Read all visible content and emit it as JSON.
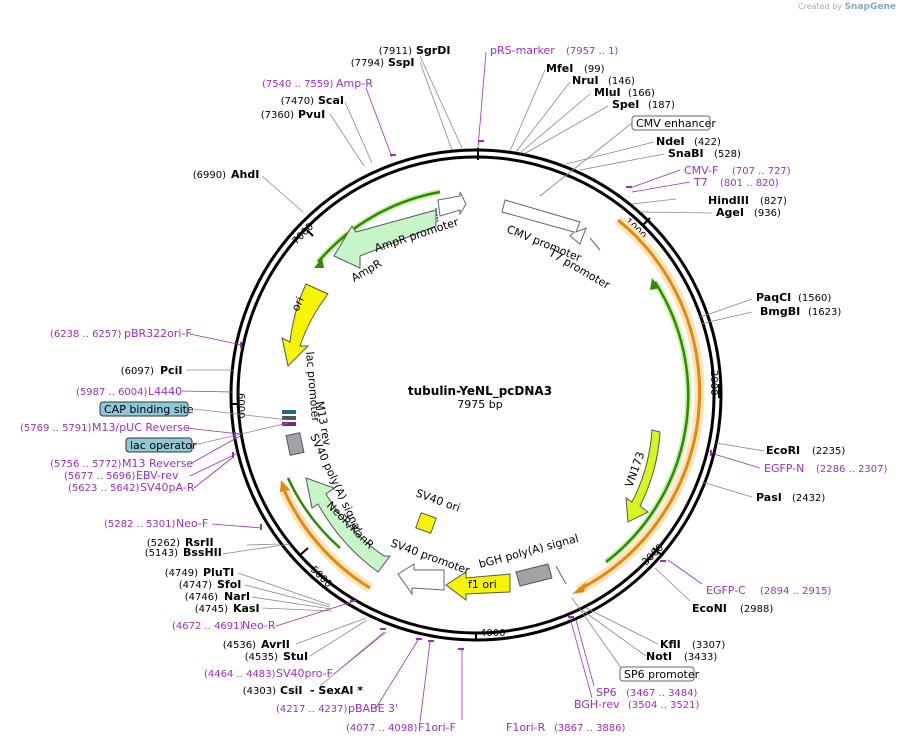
{
  "credit": {
    "created_by": "Created by",
    "brand": "SnapGene"
  },
  "center": {
    "name": "tubulin-YeNL_pcDNA3",
    "length": "7975 bp"
  },
  "ticks": [
    "1000",
    "2000",
    "3000",
    "4000",
    "5000",
    "6000",
    "7000"
  ],
  "features": {
    "cmv_promoter": "CMV promoter",
    "t7_promoter": "T7 promoter",
    "vn173": "VN173",
    "bgh_polya": "bGH poly(A) signal",
    "f1_ori": "f1 ori",
    "sv40_promoter": "SV40 promoter",
    "sv40_ori": "SV40 ori",
    "neor": "NeoR/KanR",
    "sv40_polya": "SV40 poly(A) signal",
    "m13_rev": "M13 rev",
    "lac_promoter": "lac promoter",
    "ori": "ori",
    "ampr": "AmpR",
    "ampr_promoter": "AmpR promoter"
  },
  "sites": [
    {
      "name": "SgrDI",
      "pos": "(7911)"
    },
    {
      "name": "SspI",
      "pos": "(7794)"
    },
    {
      "name": "ScaI",
      "pos": "(7470)"
    },
    {
      "name": "PvuI",
      "pos": "(7360)"
    },
    {
      "name": "AhdI",
      "pos": "(6990)"
    },
    {
      "name": "PciI",
      "pos": "(6097)"
    },
    {
      "name": "RsrII",
      "pos": "(5262)"
    },
    {
      "name": "BssHII",
      "pos": "(5143)"
    },
    {
      "name": "PluTI",
      "pos": "(4749)"
    },
    {
      "name": "SfoI",
      "pos": "(4747)"
    },
    {
      "name": "NarI",
      "pos": "(4746)"
    },
    {
      "name": "KasI",
      "pos": "(4745)"
    },
    {
      "name": "AvrII",
      "pos": "(4536)"
    },
    {
      "name": "StuI",
      "pos": "(4535)"
    },
    {
      "name": "CsiI",
      "pos": "(4303)"
    },
    {
      "name": "MfeI",
      "pos": "(99)"
    },
    {
      "name": "NruI",
      "pos": "(146)"
    },
    {
      "name": "MluI",
      "pos": "(166)"
    },
    {
      "name": "SpeI",
      "pos": "(187)"
    },
    {
      "name": "NdeI",
      "pos": "(422)"
    },
    {
      "name": "SnaBI",
      "pos": "(528)"
    },
    {
      "name": "HindIII",
      "pos": "(827)"
    },
    {
      "name": "AgeI",
      "pos": "(936)"
    },
    {
      "name": "PaqCI",
      "pos": "(1560)"
    },
    {
      "name": "BmgBI",
      "pos": "(1623)"
    },
    {
      "name": "EcoRI",
      "pos": "(2235)"
    },
    {
      "name": "PasI",
      "pos": "(2432)"
    },
    {
      "name": "EcoNI",
      "pos": "(2988)"
    },
    {
      "name": "KflI",
      "pos": "(3307)"
    },
    {
      "name": "NotI",
      "pos": "(3433)"
    }
  ],
  "sexai": "- SexAI *",
  "primers": [
    {
      "name": "pRS-marker",
      "pos": "(7957 .. 1)"
    },
    {
      "name": "Amp-R",
      "pos": "(7540 .. 7559)"
    },
    {
      "name": "pBR322ori-F",
      "pos": "(6238 .. 6257)"
    },
    {
      "name": "L4440",
      "pos": "(5987 .. 6004)"
    },
    {
      "name": "M13/pUC Reverse",
      "pos": "(5769 .. 5791)"
    },
    {
      "name": "M13 Reverse",
      "pos": "(5756 .. 5772)"
    },
    {
      "name": "EBV-rev",
      "pos": "(5677 .. 5696)"
    },
    {
      "name": "SV40pA-R",
      "pos": "(5623 .. 5642)"
    },
    {
      "name": "Neo-F",
      "pos": "(5282 .. 5301)"
    },
    {
      "name": "Neo-R",
      "pos": "(4672 .. 4691)"
    },
    {
      "name": "SV40pro-F",
      "pos": "(4464 .. 4483)"
    },
    {
      "name": "pBABE 3'",
      "pos": "(4217 .. 4237)"
    },
    {
      "name": "F1ori-F",
      "pos": "(4077 .. 4098)"
    },
    {
      "name": "F1ori-R",
      "pos": "(3867 .. 3886)"
    },
    {
      "name": "CMV-F",
      "pos": "(707 .. 727)"
    },
    {
      "name": "T7",
      "pos": "(801 .. 820)"
    },
    {
      "name": "EGFP-N",
      "pos": "(2286 .. 2307)"
    },
    {
      "name": "EGFP-C",
      "pos": "(2894 .. 2915)"
    },
    {
      "name": "SP6",
      "pos": "(3467 .. 3484)"
    },
    {
      "name": "BGH-rev",
      "pos": "(3504 .. 3521)"
    }
  ],
  "boxed": {
    "cmv_enhancer": "CMV enhancer",
    "sp6_promoter": "SP6 promoter",
    "cap_site": "CAP binding site",
    "lac_operator": "lac operator"
  },
  "colors": {
    "primer": "#9b2fc2",
    "orange_feature": "#f0a030",
    "green_feature": "#2e8b00",
    "yellow_feature": "#f5f500",
    "light_green_feature": "#c8f5c8",
    "blue_box": "#8fc8d6"
  }
}
